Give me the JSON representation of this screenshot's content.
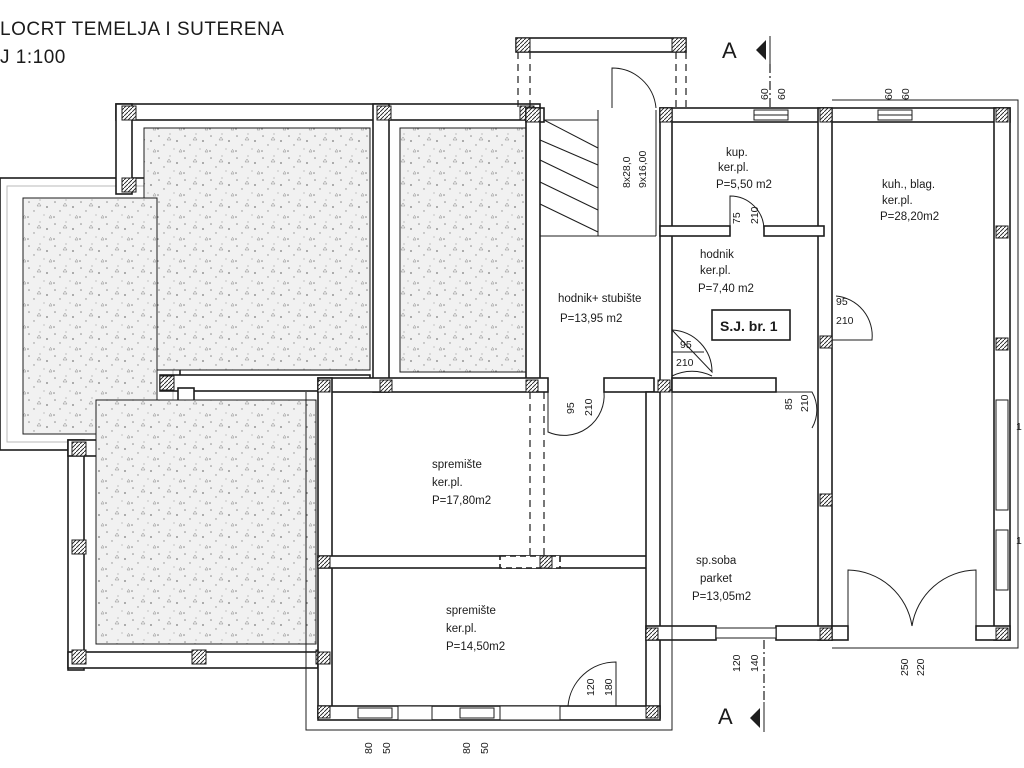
{
  "header": {
    "title": "LOCRT TEMELJA I SUTERENA",
    "scale": "J 1:100"
  },
  "section_marks": {
    "top": "A",
    "bottom": "A"
  },
  "stairs": {
    "dim_a": "8x28,0",
    "dim_b": "9x16,00"
  },
  "unit_label": "S.J. br. 1",
  "rooms": [
    {
      "id": "kup",
      "name": "kup.",
      "floor": "ker.pl.",
      "area": "P=5,50 m2"
    },
    {
      "id": "kuhinja",
      "name": "kuh., blag.",
      "floor": "ker.pl.",
      "area": "P=28,20m2"
    },
    {
      "id": "hodnik",
      "name": "hodnik",
      "floor": "ker.pl.",
      "area": "P=7,40 m2"
    },
    {
      "id": "hodnik-stubiste",
      "name": "hodnik+ stubište",
      "area": "P=13,95 m2"
    },
    {
      "id": "spremiste-1",
      "name": "spremište",
      "floor": "ker.pl.",
      "area": "P=17,80m2"
    },
    {
      "id": "soba",
      "name": "sp.soba",
      "floor": "parket",
      "area": "P=13,05m2"
    },
    {
      "id": "spremiste-2",
      "name": "spremište",
      "floor": "ker.pl.",
      "area": "P=14,50m2"
    }
  ],
  "dimensions": {
    "win_top_1": [
      "60",
      "60"
    ],
    "win_top_2": [
      "60",
      "60"
    ],
    "door_kup": [
      "75",
      "210"
    ],
    "door_hodnik_right": [
      "95",
      "210"
    ],
    "door_stubiste": [
      "95",
      "210"
    ],
    "door_mid_1": [
      "95",
      "210"
    ],
    "door_soba": [
      "85",
      "210"
    ],
    "win_soba": [
      "120",
      "140"
    ],
    "win_kuhinja": [
      "250",
      "220"
    ],
    "door_spremiste": [
      "120",
      "180"
    ],
    "win_bottom_1": [
      "80",
      "50"
    ],
    "win_bottom_2": [
      "80",
      "50"
    ],
    "edge_right": [
      "1",
      "1"
    ]
  }
}
